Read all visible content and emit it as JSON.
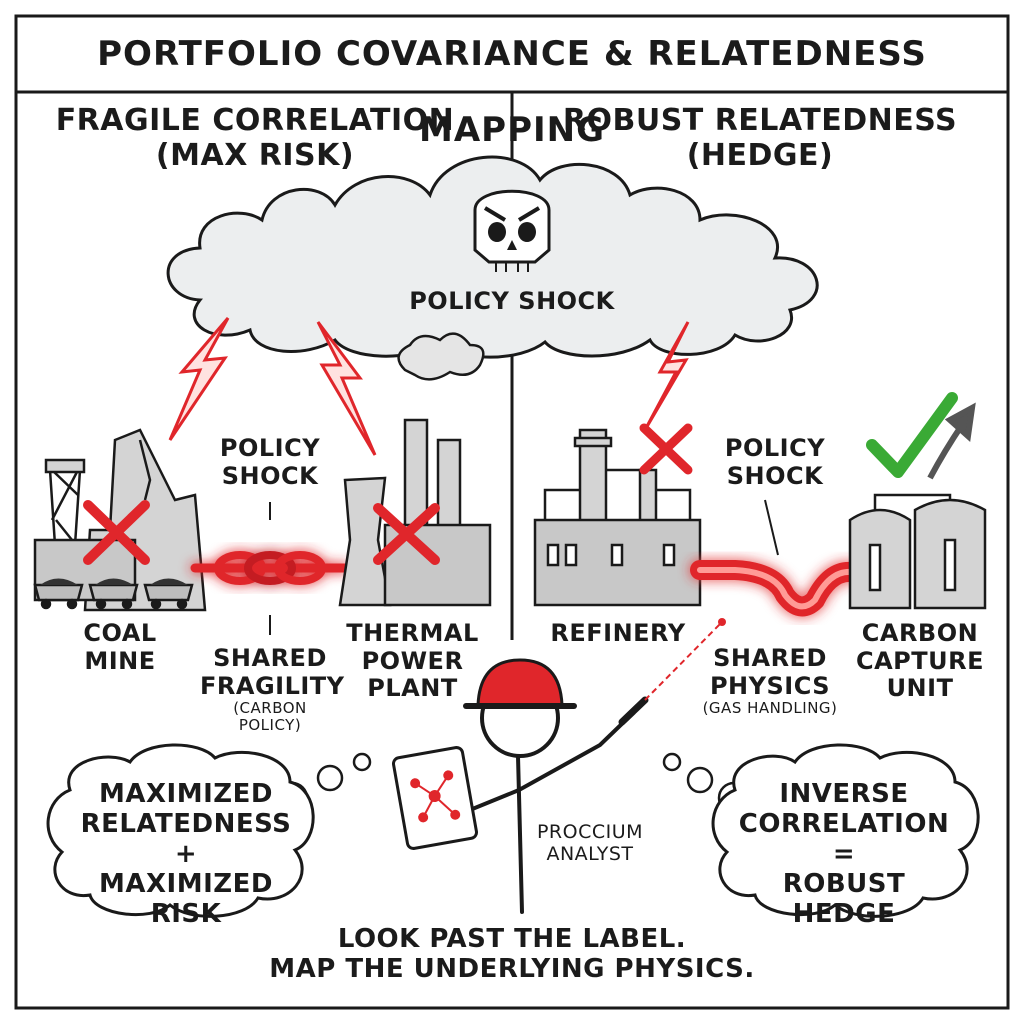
{
  "header": {
    "title": "PORTFOLIO COVARIANCE & RELATEDNESS MAPPING"
  },
  "left_panel": {
    "heading": "FRAGILE CORRELATION",
    "subheading": "(MAX RISK)",
    "asset_left": [
      "COAL",
      "MINE"
    ],
    "asset_right": [
      "THERMAL",
      "POWER",
      "PLANT"
    ],
    "link_top": [
      "POLICY",
      "SHOCK"
    ],
    "link_bottom": [
      "SHARED",
      "FRAGILITY"
    ],
    "link_note": "(CARBON POLICY)",
    "thought": [
      "MAXIMIZED",
      "RELATEDNESS",
      "+",
      "MAXIMIZED RISK"
    ]
  },
  "right_panel": {
    "heading": "ROBUST RELATEDNESS",
    "subheading": "(HEDGE)",
    "asset_left": "REFINERY",
    "asset_right": [
      "CARBON",
      "CAPTURE",
      "UNIT"
    ],
    "link_top": [
      "POLICY",
      "SHOCK"
    ],
    "link_bottom": [
      "SHARED",
      "PHYSICS"
    ],
    "link_note": "(GAS HANDLING)",
    "thought": [
      "INVERSE",
      "CORRELATION",
      "=",
      "ROBUST HEDGE"
    ]
  },
  "cloud": {
    "label": "POLICY SHOCK"
  },
  "analyst": {
    "label": [
      "PROCCIUM",
      "ANALYST"
    ]
  },
  "footer": {
    "lines": [
      "LOOK PAST THE LABEL.",
      "MAP THE UNDERLYING PHYSICS."
    ]
  },
  "colors": {
    "accent_red": "#e0262b",
    "check_green": "#3aaa35",
    "ink": "#1a1a1a"
  },
  "icons": [
    "skull-icon",
    "lightning-icon",
    "x-mark-icon",
    "check-mark-icon",
    "chain-link-icon",
    "pipe-icon",
    "hard-hat-icon",
    "tablet-icon",
    "laser-pointer-icon",
    "arrow-up-icon"
  ]
}
